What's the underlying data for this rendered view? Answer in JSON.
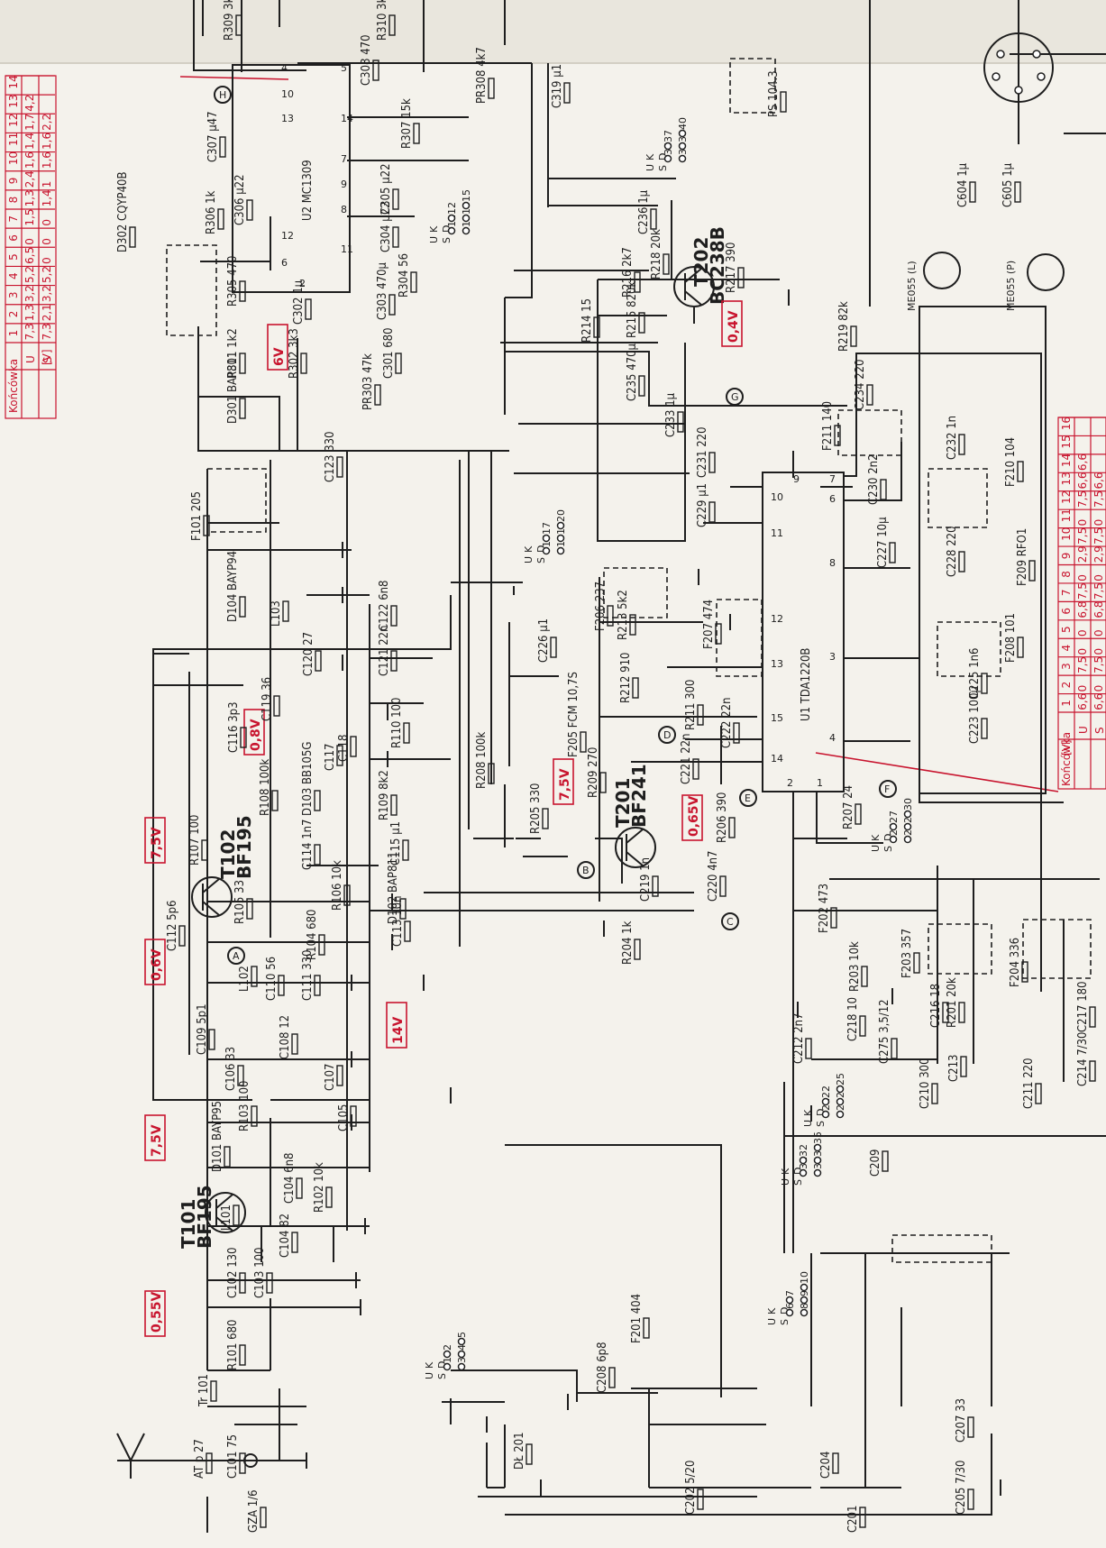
{
  "table_left": {
    "title": "Końcówka",
    "unit": "[V]",
    "pins": [
      "1",
      "2",
      "3",
      "4",
      "5",
      "6",
      "7",
      "8",
      "9",
      "10",
      "11",
      "12",
      "13",
      "14"
    ],
    "rows": [
      {
        "label": "U",
        "values": [
          "7,3",
          "1,3",
          "3,2",
          "5,2",
          "6,5",
          "0",
          "1,5",
          "1,3",
          "2,4",
          "1,6",
          "1,4",
          "1,7",
          "4,2"
        ]
      },
      {
        "label": "S",
        "values": [
          "7,3",
          "2,1",
          "3,2",
          "5,2",
          "0",
          "0",
          "0",
          "1,4",
          "1",
          "1,6",
          "1,6",
          "2,2"
        ]
      }
    ]
  },
  "table_right": {
    "title": "Końcówka",
    "unit": "[V]",
    "pins": [
      "1",
      "2",
      "3",
      "4",
      "5",
      "6",
      "7",
      "8",
      "9",
      "10",
      "11",
      "12",
      "13",
      "14",
      "15",
      "16"
    ],
    "rows": [
      {
        "label": "U",
        "values": [
          "6,6",
          "0",
          "7,5",
          "0",
          "0",
          "6,8",
          "7,5",
          "0",
          "2,9",
          "7,5",
          "0",
          "7,5",
          "6,6",
          "6,6"
        ]
      },
      {
        "label": "S",
        "values": [
          "6,6",
          "0",
          "7,5",
          "0",
          "0",
          "6,8",
          "7,5",
          "0",
          "2,9",
          "7,5",
          "0",
          "7,5",
          "6,6"
        ]
      }
    ]
  },
  "chips": {
    "u1": "U1 TDA1220B",
    "u2": "U2 MC1309"
  },
  "transistors": [
    {
      "id": "T101",
      "type": "BF195"
    },
    {
      "id": "T102",
      "type": "BF195"
    },
    {
      "id": "T201",
      "type": "BF241"
    },
    {
      "id": "T202",
      "type": "BC238B"
    }
  ],
  "voltages": [
    "0,55V",
    "7,5V",
    "0,6V",
    "7,5V",
    "14V",
    "0,8V",
    "7,5V",
    "0,65V",
    "6V",
    "0,4V"
  ],
  "probe_points": [
    "A",
    "B",
    "C",
    "D",
    "E",
    "F",
    "G",
    "H"
  ],
  "components": {
    "r309": "R309 3k3",
    "r310": "R310 3k3",
    "r308": "C308 470",
    "pr308": "PR308 4k7",
    "r307": "R307 15k",
    "c307": "C307 μ47",
    "c306": "C306 μ22",
    "r306": "R306 1k",
    "c305": "C305 μ22",
    "c304": "C304 μ22",
    "c319": "C319 μ1",
    "r305": "R305 470",
    "c302": "C302 1μ",
    "c303": "C303 470μ",
    "r304": "R304 56",
    "c301": "C301 680",
    "pr303": "PR303 47k",
    "r301": "R301 1k2",
    "r302": "R302 3k3",
    "d301": "D301 BAP811",
    "d302": "D302 CQYP40B",
    "c236": "C236 1μ",
    "r216": "R216 2k7",
    "r218": "R218 20k",
    "r215": "R215 820k",
    "r214": "R214 15",
    "r217": "R217 390",
    "c235": "C235 470μ",
    "c233": "C233 1μ",
    "c231": "C231 220",
    "c229": "C229 μ1",
    "c123": "C123 330",
    "f101": "F101 205",
    "d104": "D104 BAYP94",
    "l103": "L103",
    "c122": "C122 6n8",
    "c121": "C121 22n",
    "c120": "C120 27",
    "c119": "C119 36",
    "c116": "C116 3p3",
    "c117": "C117",
    "c118": "C118",
    "d103": "D103 BB105G",
    "r110": "R110 100",
    "r108": "R108 100k",
    "r109": "R109 8k2",
    "r208": "R208 100k",
    "r205": "R205 330",
    "r209": "R209 270",
    "f205": "F205 FCM 10,7S",
    "r212": "R212 910",
    "c226": "C226 μ1",
    "f206": "F206 237",
    "r213": "R213 5k2",
    "f207": "F207 474",
    "r211": "R211 300",
    "c222": "C222 22n",
    "c221": "C221 22n",
    "r206": "R206 390",
    "c219": "C219 1n",
    "c220": "C220 4n7",
    "r204": "R204 1k",
    "r207": "R207 24",
    "c115": "C115 μ1",
    "c114": "C114 1n7",
    "d102": "D102 BAP811",
    "c113": "C113 10n",
    "r107": "R107 100",
    "r105": "R105 33",
    "r106": "R106 10k",
    "c112": "C112 5p6",
    "r104": "R104 680",
    "l102": "L102",
    "c111": "C111 330",
    "c110": "C110 56",
    "c109": "C109 5p1",
    "c108": "C108 12",
    "c106": "C106 33",
    "c107": "C107",
    "c105": "C105",
    "r103": "R103 100",
    "d101": "D101 BAYP95",
    "l101": "L101",
    "c104a": "C104 6n8",
    "r102": "R102 10k",
    "c104b": "C104 82",
    "c102": "C102 130",
    "c103": "C103 100",
    "r101": "R101 680",
    "tr101": "Tr 101",
    "c101": "C101 75",
    "gza": "GZA 1/6",
    "atp": "AT p 27",
    "dl201": "DŁ 201",
    "c208": "C208 6p8",
    "f201": "F201 404",
    "c202": "C202 5/20",
    "c201": "C201",
    "c204": "C204",
    "c205": "C205 7/30",
    "c207": "C207 33",
    "f202": "F202 473",
    "r203": "R203 10k",
    "c218": "C218 10",
    "c275": "C275 3,5/12",
    "c212": "C212 2n7",
    "c210": "C210 300",
    "f203": "F203 357",
    "r201": "R201 20k",
    "c216": "C216 18",
    "c213": "C213",
    "c211": "C211 220",
    "f204": "F204 336",
    "c217": "C217 180",
    "c214": "C214 7/30",
    "c209": "C209",
    "f211": "F211 140",
    "r219": "R219 82k",
    "c234": "C234 220",
    "c230": "C230 2n2",
    "c232": "C232 1n",
    "f210": "F210 104",
    "c227": "C227 10μ",
    "c228": "C228 220",
    "f209": "F209 RFO1",
    "f208": "F208 101",
    "c225": "C225 1n6",
    "c223": "C223 100μ",
    "me055l": "ME055 (L)",
    "me055p": "ME055 (P)",
    "c604": "C604 1μ",
    "c605": "C605 1μ",
    "ps": "PS 104.3"
  },
  "switch_labels": {
    "s1": "U K S D",
    "pins1": [
      "1",
      "2",
      "3",
      "4",
      "5"
    ],
    "s2": "U K S D",
    "pins2": [
      "6",
      "7",
      "8",
      "9",
      "10"
    ],
    "s3": "U K S D",
    "pins3": [
      "21",
      "22",
      "23",
      "24",
      "25"
    ],
    "s4": "U K S D",
    "pins4": [
      "26",
      "27",
      "28",
      "29",
      "30"
    ],
    "s5": "U K S D",
    "pins5": [
      "31",
      "32",
      "33",
      "34",
      "35"
    ],
    "s6": "U K S D",
    "pins6": [
      "36",
      "37",
      "38",
      "39",
      "40"
    ],
    "s7": "U K S D",
    "pins7": [
      "11",
      "12",
      "13",
      "14",
      "15"
    ],
    "s8": "U K S D",
    "pins8": [
      "16",
      "17",
      "18",
      "19",
      "20"
    ]
  }
}
